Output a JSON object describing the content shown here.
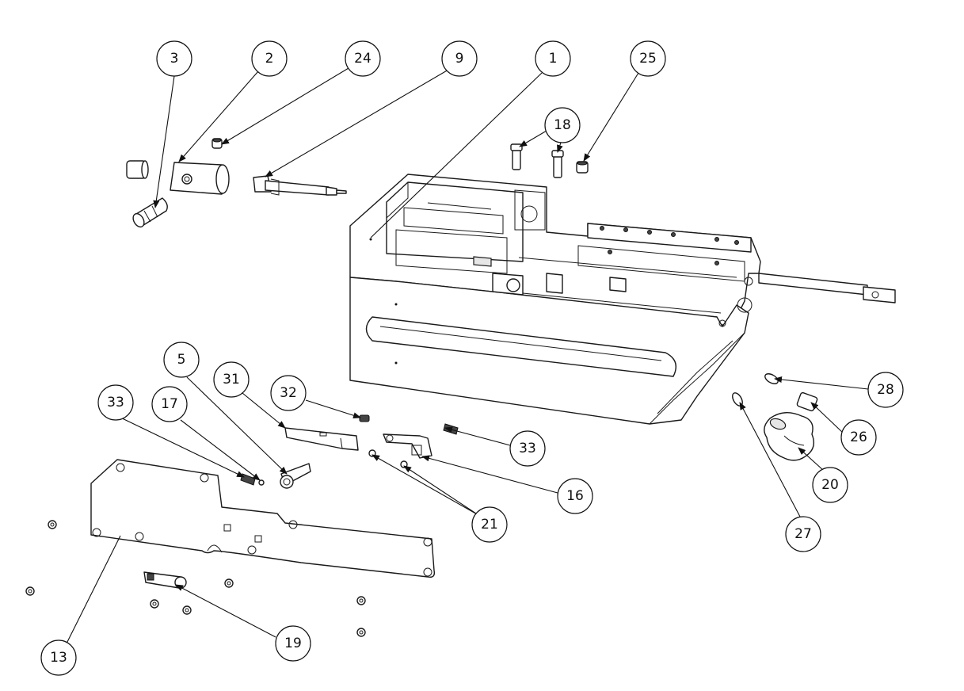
{
  "balloons": [
    {
      "id": "b3",
      "label": "3"
    },
    {
      "id": "b2",
      "label": "2"
    },
    {
      "id": "b24",
      "label": "24"
    },
    {
      "id": "b9",
      "label": "9"
    },
    {
      "id": "b1",
      "label": "1"
    },
    {
      "id": "b25",
      "label": "25"
    },
    {
      "id": "b18",
      "label": "18"
    },
    {
      "id": "b5",
      "label": "5"
    },
    {
      "id": "b31",
      "label": "31"
    },
    {
      "id": "b32",
      "label": "32"
    },
    {
      "id": "b33a",
      "label": "33"
    },
    {
      "id": "b17",
      "label": "17"
    },
    {
      "id": "b33b",
      "label": "33"
    },
    {
      "id": "b16",
      "label": "16"
    },
    {
      "id": "b21",
      "label": "21"
    },
    {
      "id": "b28",
      "label": "28"
    },
    {
      "id": "b26",
      "label": "26"
    },
    {
      "id": "b20",
      "label": "20"
    },
    {
      "id": "b27",
      "label": "27"
    },
    {
      "id": "b13",
      "label": "13"
    },
    {
      "id": "b19",
      "label": "19"
    }
  ]
}
